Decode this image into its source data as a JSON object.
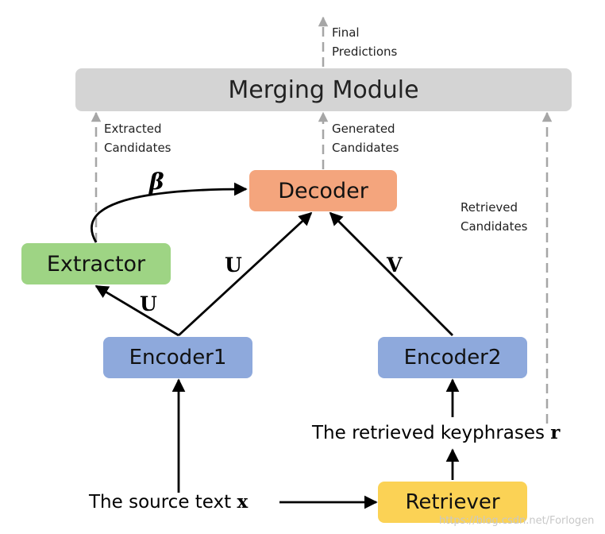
{
  "nodes": {
    "merging": "Merging Module",
    "decoder": "Decoder",
    "extractor": "Extractor",
    "encoder1": "Encoder1",
    "encoder2": "Encoder2",
    "retriever": "Retriever"
  },
  "labels": {
    "final_1": "Final",
    "final_2": "Predictions",
    "extracted_1": "Extracted",
    "extracted_2": "Candidates",
    "generated_1": "Generated",
    "generated_2": "Candidates",
    "retrieved_1": "Retrieved",
    "retrieved_2": "Candidates",
    "beta": "β",
    "u_left": "U",
    "u_mid": "U",
    "v": "V"
  },
  "inputs": {
    "source_text": "The source text ",
    "source_var": "x",
    "retrieved_text": "The retrieved keyphrases ",
    "retrieved_var": "r"
  },
  "watermark": "https://blog.csdn.net/Forlogen",
  "colors": {
    "merging": "#d4d4d4",
    "decoder": "#f4a57d",
    "extractor": "#9ed484",
    "encoder": "#8ea9dc",
    "retriever": "#fbd255",
    "dashed_arrow": "#a6a6a6",
    "solid_arrow": "#000000"
  }
}
